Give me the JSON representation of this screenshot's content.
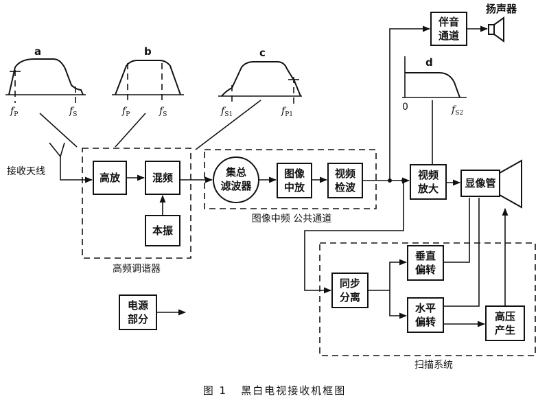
{
  "blocks": {
    "gaofang": "高放",
    "hunpin": "混频",
    "benzhen": "本振",
    "jizonglvboqi": [
      "集总",
      "滤波器"
    ],
    "tuxiangzhongfang": [
      "图像",
      "中放"
    ],
    "shipinjianbo": [
      "视频",
      "检波"
    ],
    "shipinfangda": [
      "视频",
      "放大"
    ],
    "xianxiangguan": "显像管",
    "banyintongdao": [
      "伴音",
      "通道"
    ],
    "tongbufenli": [
      "同步",
      "分离"
    ],
    "chuizhipianzhuan": [
      "垂直",
      "偏转"
    ],
    "shuipingpianzhuan": [
      "水平",
      "偏转"
    ],
    "gaoyachansheng": [
      "高压",
      "产生"
    ],
    "dianyuanbufen": [
      "电源",
      "部分"
    ]
  },
  "labels": {
    "antenna": "接收天线",
    "speaker": "扬声器",
    "tuner": "高频调谐器",
    "if_channel": "图像中频 公共通道",
    "scan_system": "扫描系统",
    "caption": "图 1   黑白电视接收机框图"
  },
  "curves": {
    "a": {
      "tag": "a",
      "f1": "f",
      "f1_sub": "P",
      "f2": "f",
      "f2_sub": "S"
    },
    "b": {
      "tag": "b",
      "f1": "f",
      "f1_sub": "P",
      "f2": "f",
      "f2_sub": "S"
    },
    "c": {
      "tag": "c",
      "f1": "f",
      "f1_sub": "S1",
      "f2": "f",
      "f2_sub": "P1"
    },
    "d": {
      "tag": "d",
      "zero": "0",
      "f2": "f",
      "f2_sub": "S2"
    }
  }
}
